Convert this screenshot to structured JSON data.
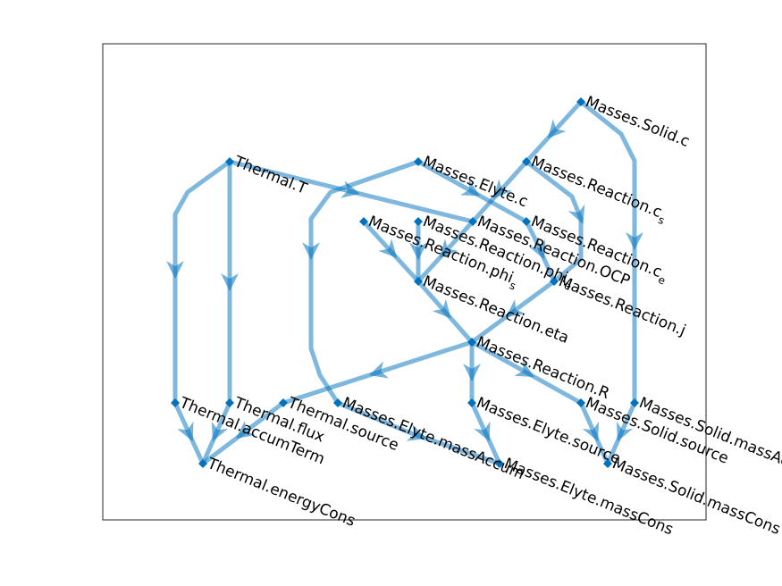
{
  "graph": {
    "type": "directed-graph",
    "layout": "layered",
    "edge_color": "#0072BD",
    "node_color": "#0072BD",
    "nodes": [
      {
        "id": "Masses.Solid.c",
        "label": "Masses.Solid.c",
        "sub": ""
      },
      {
        "id": "Thermal.T",
        "label": "Thermal.T",
        "sub": ""
      },
      {
        "id": "Masses.Elyte.c",
        "label": "Masses.Elyte.c",
        "sub": ""
      },
      {
        "id": "Masses.Reaction.c_s",
        "label": "Masses.Reaction.c",
        "sub": "s"
      },
      {
        "id": "Masses.Reaction.phi_s",
        "label": "Masses.Reaction.phi",
        "sub": "s"
      },
      {
        "id": "Masses.Reaction.phi_e",
        "label": "Masses.Reaction.phi",
        "sub": "e"
      },
      {
        "id": "Masses.Reaction.OCP",
        "label": "Masses.Reaction.OCP",
        "sub": ""
      },
      {
        "id": "Masses.Reaction.c_e",
        "label": "Masses.Reaction.c",
        "sub": "e"
      },
      {
        "id": "Masses.Reaction.eta",
        "label": "Masses.Reaction.eta",
        "sub": ""
      },
      {
        "id": "Masses.Reaction.j",
        "label": "Masses.Reaction.j",
        "sub": ""
      },
      {
        "id": "Masses.Reaction.R",
        "label": "Masses.Reaction.R",
        "sub": ""
      },
      {
        "id": "Thermal.accumTerm",
        "label": "Thermal.accumTerm",
        "sub": ""
      },
      {
        "id": "Thermal.flux",
        "label": "Thermal.flux",
        "sub": ""
      },
      {
        "id": "Thermal.source",
        "label": "Thermal.source",
        "sub": ""
      },
      {
        "id": "Masses.Elyte.massAccum",
        "label": "Masses.Elyte.massAccum",
        "sub": ""
      },
      {
        "id": "Masses.Elyte.source",
        "label": "Masses.Elyte.source",
        "sub": ""
      },
      {
        "id": "Masses.Solid.source",
        "label": "Masses.Solid.source",
        "sub": ""
      },
      {
        "id": "Masses.Solid.massAccum",
        "label": "Masses.Solid.massAccum",
        "sub": ""
      },
      {
        "id": "Thermal.energyCons",
        "label": "Thermal.energyCons",
        "sub": ""
      },
      {
        "id": "Masses.Elyte.massCons",
        "label": "Masses.Elyte.massCons",
        "sub": ""
      },
      {
        "id": "Masses.Solid.massCons",
        "label": "Masses.Solid.massCons",
        "sub": ""
      }
    ],
    "edges": [
      [
        "Masses.Solid.c",
        "Masses.Reaction.c_s"
      ],
      [
        "Masses.Solid.c",
        "Masses.Solid.massAccum"
      ],
      [
        "Masses.Reaction.c_s",
        "Masses.Reaction.OCP"
      ],
      [
        "Masses.Reaction.c_s",
        "Masses.Reaction.j"
      ],
      [
        "Masses.Elyte.c",
        "Masses.Reaction.c_e"
      ],
      [
        "Masses.Elyte.c",
        "Masses.Elyte.massAccum"
      ],
      [
        "Thermal.T",
        "Masses.Reaction.OCP"
      ],
      [
        "Thermal.T",
        "Thermal.accumTerm"
      ],
      [
        "Thermal.T",
        "Thermal.flux"
      ],
      [
        "Masses.Reaction.OCP",
        "Masses.Reaction.eta"
      ],
      [
        "Masses.Reaction.phi_s",
        "Masses.Reaction.eta"
      ],
      [
        "Masses.Reaction.phi_e",
        "Masses.Reaction.eta"
      ],
      [
        "Masses.Reaction.c_e",
        "Masses.Reaction.j"
      ],
      [
        "Masses.Reaction.eta",
        "Masses.Reaction.R"
      ],
      [
        "Masses.Reaction.j",
        "Masses.Reaction.R"
      ],
      [
        "Masses.Reaction.R",
        "Thermal.source"
      ],
      [
        "Masses.Reaction.R",
        "Masses.Elyte.source"
      ],
      [
        "Masses.Reaction.R",
        "Masses.Solid.source"
      ],
      [
        "Thermal.accumTerm",
        "Thermal.energyCons"
      ],
      [
        "Thermal.flux",
        "Thermal.energyCons"
      ],
      [
        "Thermal.source",
        "Thermal.energyCons"
      ],
      [
        "Masses.Elyte.massAccum",
        "Masses.Elyte.massCons"
      ],
      [
        "Masses.Elyte.source",
        "Masses.Elyte.massCons"
      ],
      [
        "Masses.Solid.source",
        "Masses.Solid.massCons"
      ],
      [
        "Masses.Solid.massAccum",
        "Masses.Solid.massCons"
      ]
    ]
  }
}
